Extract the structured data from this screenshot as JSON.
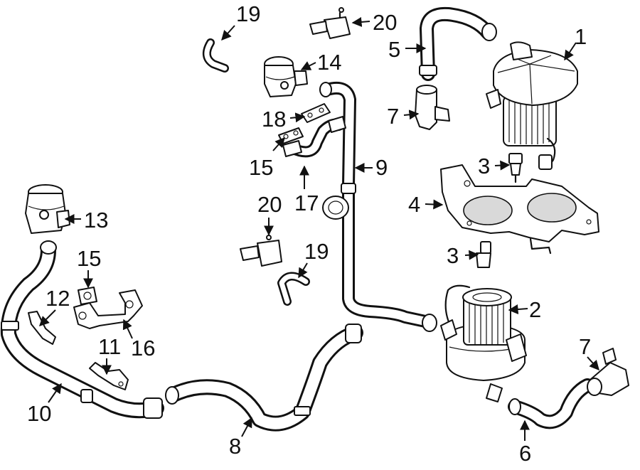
{
  "callouts": [
    {
      "id": "c1",
      "label": "1"
    },
    {
      "id": "c2",
      "label": "2"
    },
    {
      "id": "c3a",
      "label": "3"
    },
    {
      "id": "c3b",
      "label": "3"
    },
    {
      "id": "c4",
      "label": "4"
    },
    {
      "id": "c5",
      "label": "5"
    },
    {
      "id": "c6",
      "label": "6"
    },
    {
      "id": "c7a",
      "label": "7"
    },
    {
      "id": "c7b",
      "label": "7"
    },
    {
      "id": "c8",
      "label": "8"
    },
    {
      "id": "c9",
      "label": "9"
    },
    {
      "id": "c10",
      "label": "10"
    },
    {
      "id": "c11",
      "label": "11"
    },
    {
      "id": "c12",
      "label": "12"
    },
    {
      "id": "c13",
      "label": "13"
    },
    {
      "id": "c14",
      "label": "14"
    },
    {
      "id": "c15a",
      "label": "15"
    },
    {
      "id": "c15b",
      "label": "15"
    },
    {
      "id": "c16",
      "label": "16"
    },
    {
      "id": "c17",
      "label": "17"
    },
    {
      "id": "c18",
      "label": "18"
    },
    {
      "id": "c19a",
      "label": "19"
    },
    {
      "id": "c19b",
      "label": "19"
    },
    {
      "id": "c20a",
      "label": "20"
    },
    {
      "id": "c20b",
      "label": "20"
    }
  ],
  "colors": {
    "ink": "#111111",
    "paper": "#ffffff",
    "shade": "#d9d9d9"
  }
}
